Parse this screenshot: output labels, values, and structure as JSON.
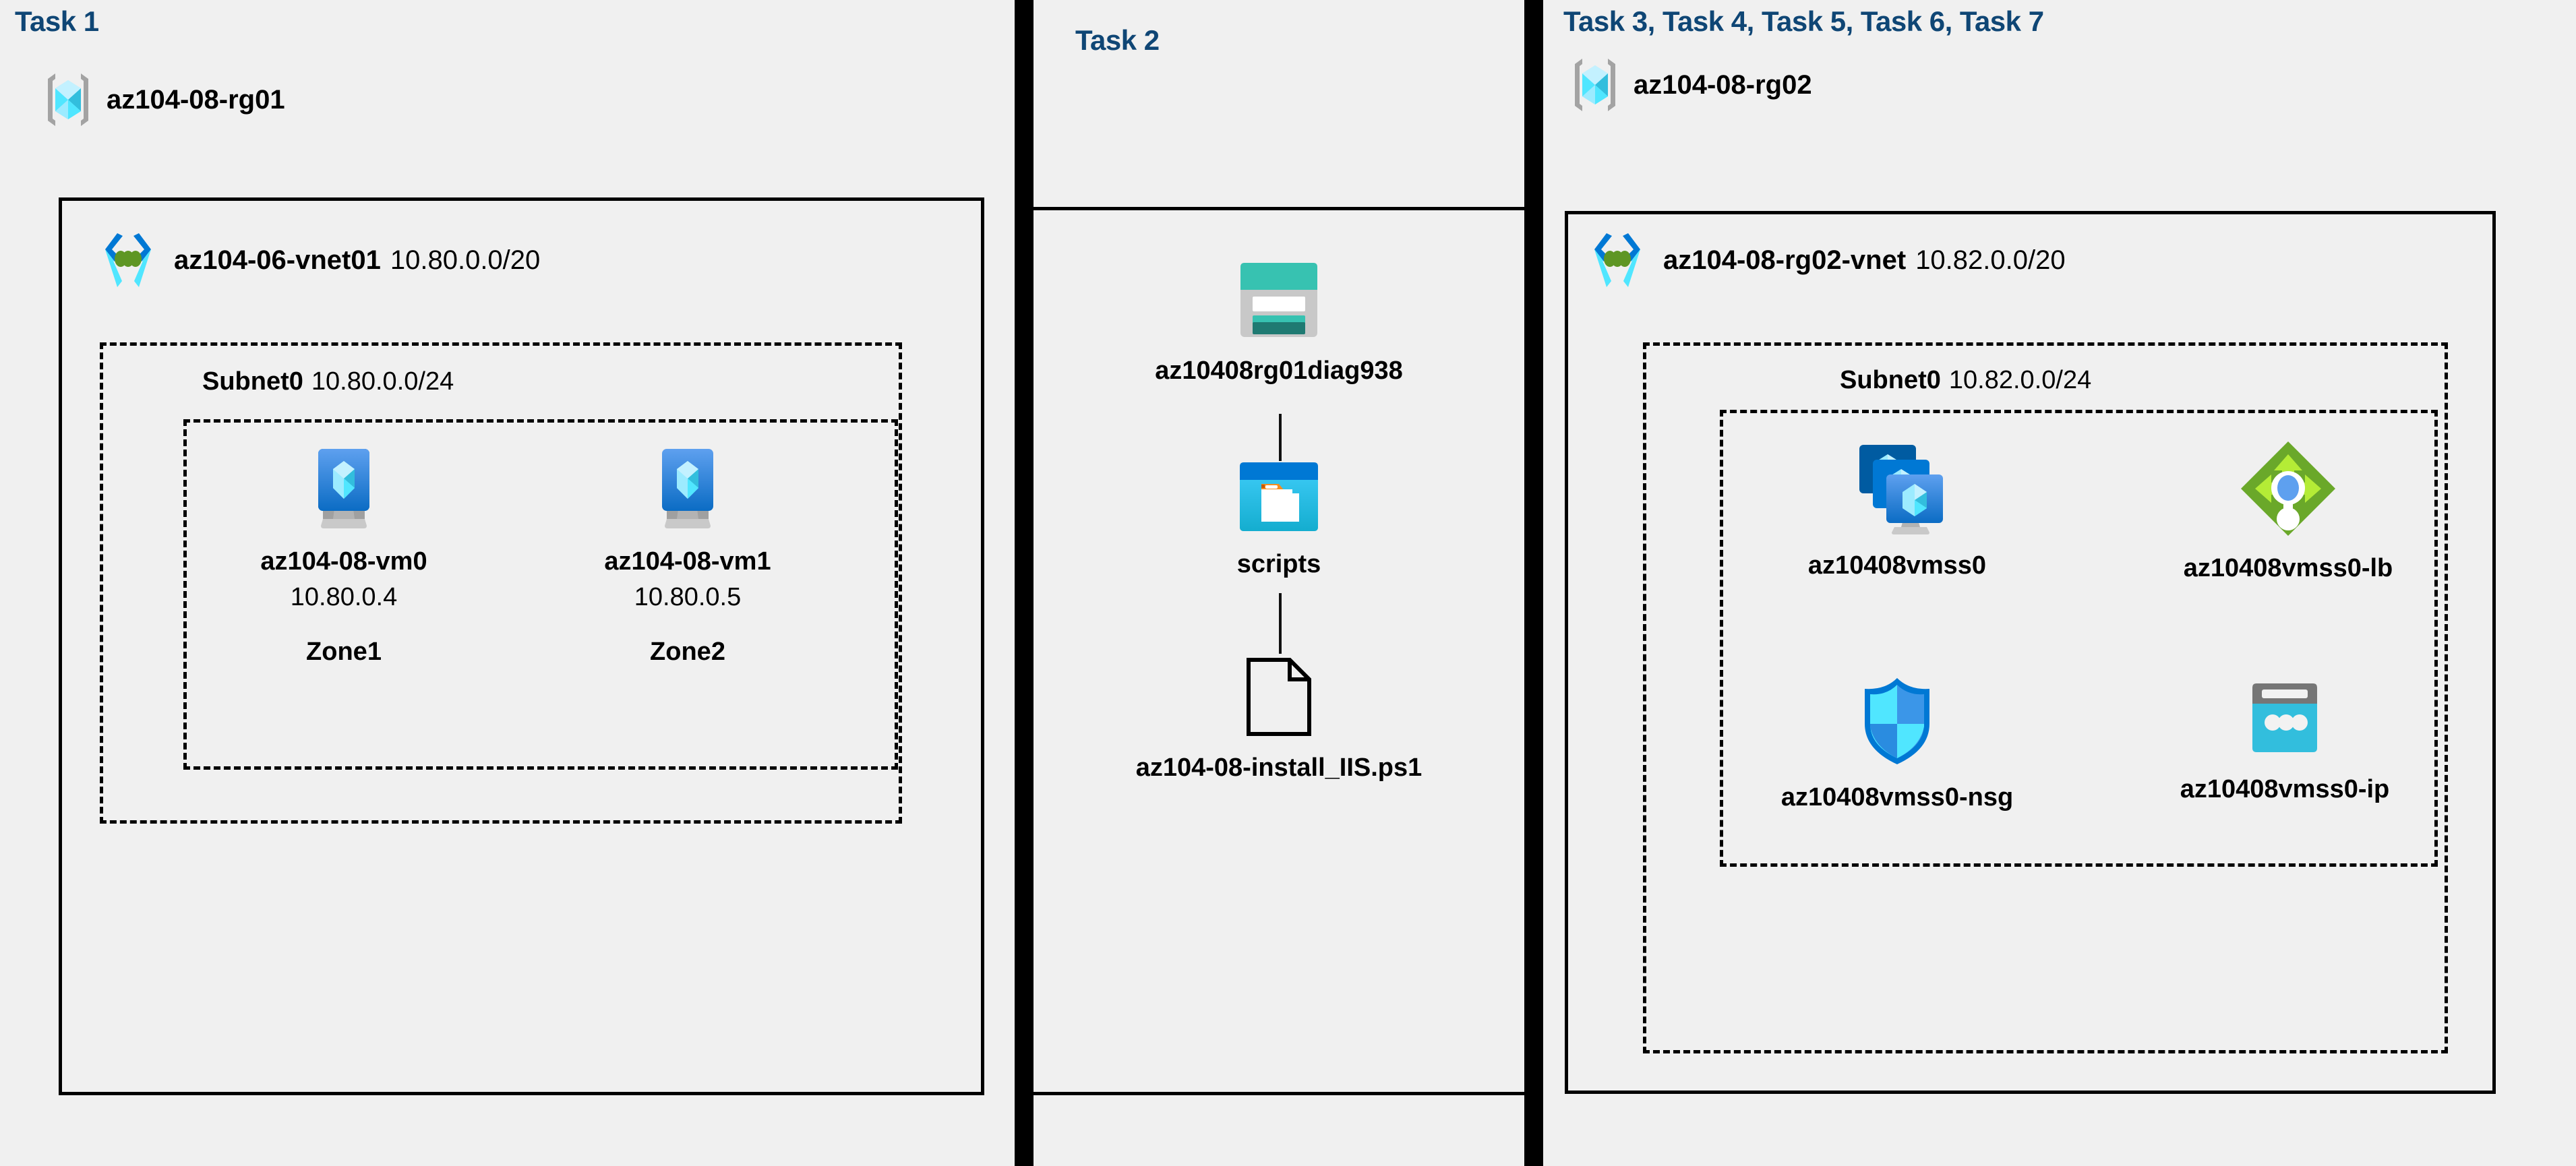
{
  "columns": [
    {
      "id": "task1",
      "heading": "Task 1",
      "resource_group": {
        "name": "az104-08-rg01",
        "icon": "resource-group-icon"
      },
      "vnet": {
        "name": "az104-06-vnet01",
        "cidr": "10.80.0.0/20",
        "icon": "virtual-network-icon"
      },
      "subnet": {
        "name": "Subnet0",
        "cidr": "10.80.0.0/24"
      },
      "vms": [
        {
          "name": "az104-08-vm0",
          "ip": "10.80.0.4",
          "zone": "Zone1",
          "icon": "virtual-machine-icon"
        },
        {
          "name": "az104-08-vm1",
          "ip": "10.80.0.5",
          "zone": "Zone2",
          "icon": "virtual-machine-icon"
        }
      ]
    },
    {
      "id": "task2",
      "heading": "Task 2",
      "nodes": [
        {
          "name": "az10408rg01diag938",
          "icon": "storage-account-icon"
        },
        {
          "name": "scripts",
          "icon": "blob-container-icon"
        },
        {
          "name": "az104-08-install_IIS.ps1",
          "icon": "file-icon"
        }
      ]
    },
    {
      "id": "task3",
      "heading": "Task 3, Task 4, Task 5, Task 6, Task 7",
      "resource_group": {
        "name": "az104-08-rg02",
        "icon": "resource-group-icon"
      },
      "vnet": {
        "name": "az104-08-rg02-vnet",
        "cidr": "10.82.0.0/20",
        "icon": "virtual-network-icon"
      },
      "subnet": {
        "name": "Subnet0",
        "cidr": "10.82.0.0/24"
      },
      "resources": [
        {
          "name": "az10408vmss0",
          "icon": "vm-scale-set-icon"
        },
        {
          "name": "az10408vmss0-lb",
          "icon": "load-balancer-icon"
        },
        {
          "name": "az10408vmss0-nsg",
          "icon": "network-security-group-icon"
        },
        {
          "name": "az10408vmss0-ip",
          "icon": "public-ip-address-icon"
        }
      ]
    }
  ],
  "colors": {
    "background": "#f0f0f0",
    "heading": "#0f4675",
    "stroke": "#000000",
    "azure_blue": "#0078d4",
    "azure_cyan": "#32bedd",
    "azure_light_cyan": "#9cebff",
    "storage_teal": "#37c2b1",
    "storage_teal_dark": "#1f7a72",
    "lb_green": "#6aa82a",
    "lb_green_light": "#b4ec36",
    "lb_dot_blue": "#5ea0ef",
    "folder_orange": "#f78d1e",
    "gray": "#949494"
  }
}
